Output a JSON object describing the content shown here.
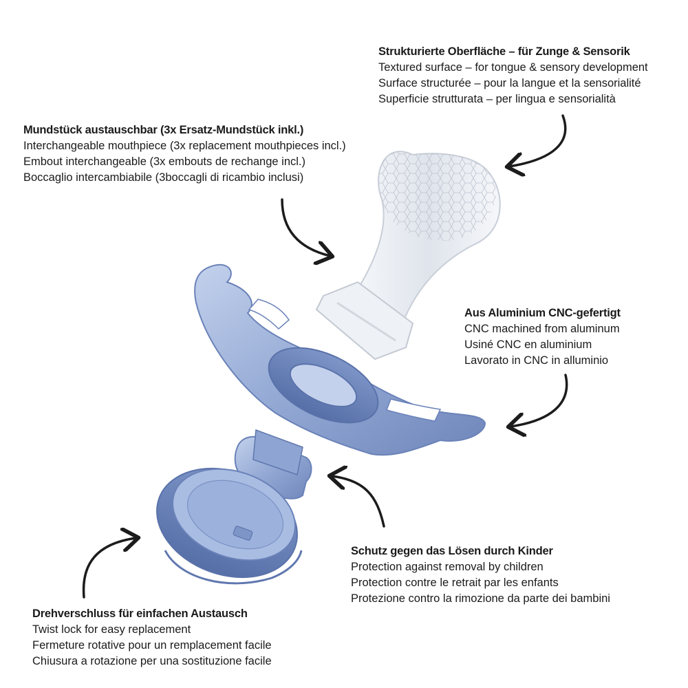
{
  "colors": {
    "metal_light": "#b6c6e6",
    "metal_mid": "#8fa6d3",
    "metal_dark": "#5e76ad",
    "silicone": "#e6eaf0",
    "arrow": "#1c1c1c",
    "text": "#1a1a1a"
  },
  "callouts": {
    "surface": {
      "heading": "Strukturierte Oberfläche – für Zunge & Sensorik",
      "lines": [
        "Textured surface – for tongue & sensory development",
        "Surface structurée – pour la langue et la sensorialité",
        "Superficie strutturata – per lingua e sensorialità"
      ]
    },
    "mouthpiece": {
      "heading": "Mundstück austauschbar (3x Ersatz-Mundstück inkl.)",
      "lines": [
        "Interchangeable mouthpiece (3x replacement mouthpieces incl.)",
        "Embout interchangeable (3x embouts de rechange incl.)",
        "Boccaglio intercambiabile (3boccagli di ricambio inclusi)"
      ]
    },
    "cnc": {
      "heading": "Aus Aluminium CNC-gefertigt",
      "lines": [
        "CNC machined from aluminum",
        "Usiné CNC en aluminium",
        "Lavorato in CNC in alluminio"
      ]
    },
    "child": {
      "heading": "Schutz gegen das Lösen durch Kinder",
      "lines": [
        "Protection against removal by children",
        "Protection contre le retrait par les enfants",
        "Protezione contro la rimozione da parte dei bambini"
      ]
    },
    "twist": {
      "heading": "Drehverschluss für einfachen Austausch",
      "lines": [
        "Twist lock for easy replacement",
        "Fermeture rotative pour un remplacement facile",
        "Chiusura a rotazione per una sostituzione facile"
      ]
    }
  }
}
